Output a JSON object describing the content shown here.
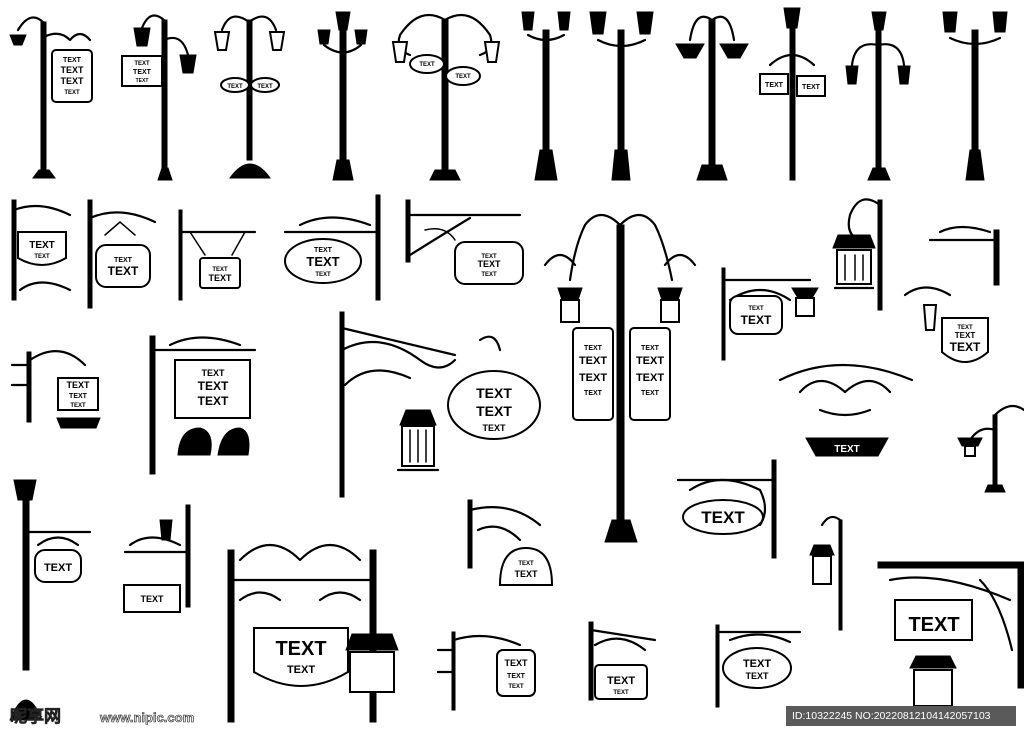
{
  "labels": {
    "text": "TEXT"
  },
  "watermark": {
    "site": "www.nipic.com",
    "logo_text": "昵享网"
  },
  "image_id": "ID:10322245 NO:20220812104142057103"
}
